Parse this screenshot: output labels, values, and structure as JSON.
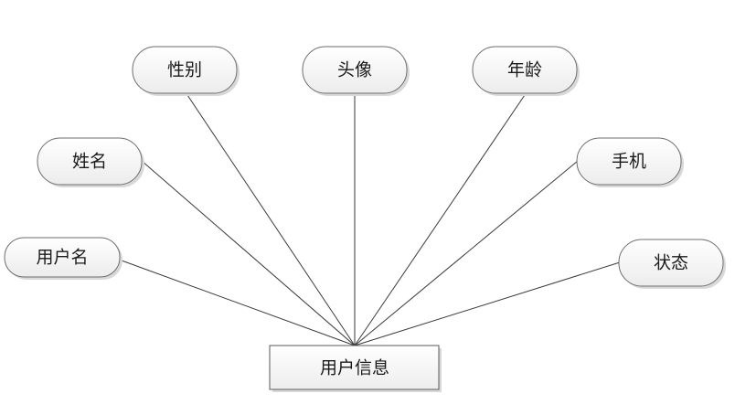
{
  "entity": {
    "label": "用户信息"
  },
  "attributes": [
    {
      "id": "gender",
      "label": "性别"
    },
    {
      "id": "avatar",
      "label": "头像"
    },
    {
      "id": "age",
      "label": "年龄"
    },
    {
      "id": "name",
      "label": "姓名"
    },
    {
      "id": "phone",
      "label": "手机"
    },
    {
      "id": "username",
      "label": "用户名"
    },
    {
      "id": "status",
      "label": "状态"
    }
  ]
}
